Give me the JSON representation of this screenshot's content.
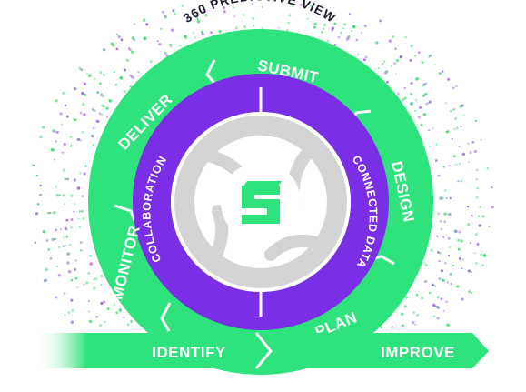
{
  "diagram": {
    "title": "360 PREDICTIVE VIEW",
    "outer_segments": [
      {
        "label": "SUBMIT"
      },
      {
        "label": "DESIGN"
      },
      {
        "label": "PLAN"
      },
      {
        "label": "MONITOR"
      },
      {
        "label": "DELIVER"
      }
    ],
    "inner_ring": {
      "left_label": "COLLABORATION",
      "right_label": "CONNECTED DATA"
    },
    "center_logo_icon": "stylized-s-logo-icon",
    "bottom_arrows": [
      {
        "label": "IDENTIFY"
      },
      {
        "label": "IMPROVE"
      }
    ],
    "colors": {
      "green": "#2ee37c",
      "green_dark": "#1fc765",
      "purple": "#7a2ee6",
      "gray": "#d0d0d0",
      "dots_green": "#44d96e",
      "dots_purple": "#a566e0",
      "title_text": "#1f1f2e"
    }
  }
}
